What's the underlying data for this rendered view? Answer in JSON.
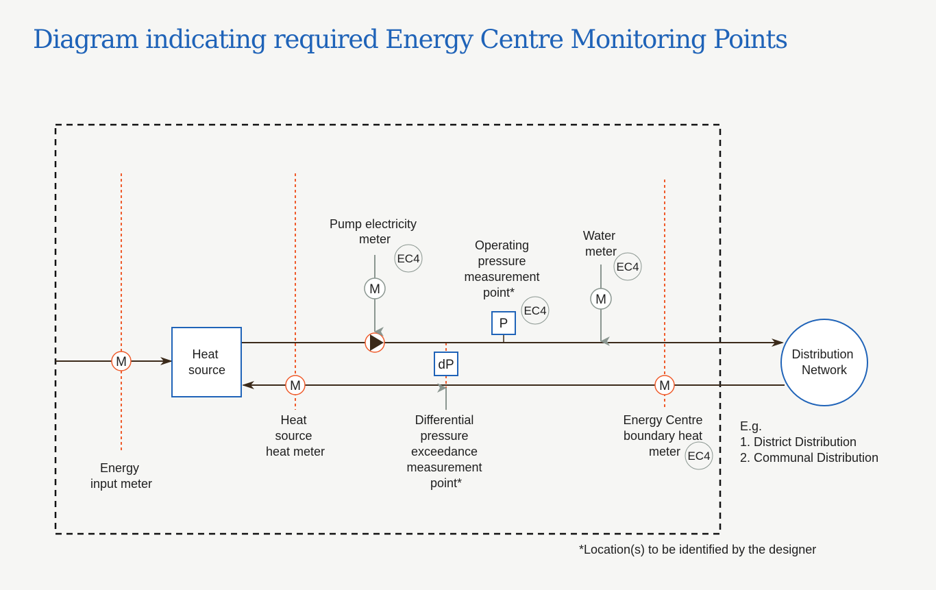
{
  "title": "Diagram indicating required Energy Centre Monitoring Points",
  "colors": {
    "title": "#1f63b8",
    "pipe": "#3b2a1a",
    "boundary_line": "#ef5a2a",
    "instrument_box": "#1f63b8",
    "signal_arrow": "#8a9690",
    "enclosure": "#111111"
  },
  "nodes": {
    "heat_source": [
      "Heat",
      "source"
    ],
    "distribution_network": [
      "Distribution",
      "Network"
    ]
  },
  "symbols": {
    "meter": "M",
    "pressure": "P",
    "differential_pressure": "dP",
    "ec4": "EC4"
  },
  "labels": {
    "energy_input_meter": [
      "Energy",
      "input meter"
    ],
    "heat_source_heat_meter": [
      "Heat",
      "source",
      "heat meter"
    ],
    "pump_electricity_meter": [
      "Pump electricity",
      "meter"
    ],
    "operating_pressure_point": [
      "Operating",
      "pressure",
      "measurement",
      "point*"
    ],
    "water_meter": [
      "Water",
      "meter"
    ],
    "differential_pressure_point": [
      "Differential",
      "pressure",
      "exceedance",
      "measurement",
      "point*"
    ],
    "boundary_heat_meter": [
      "Energy Centre",
      "boundary heat",
      "meter"
    ]
  },
  "examples": [
    "E.g.",
    "1. District Distribution",
    "2. Communal Distribution"
  ],
  "footnote": "*Location(s) to be identified by the designer"
}
